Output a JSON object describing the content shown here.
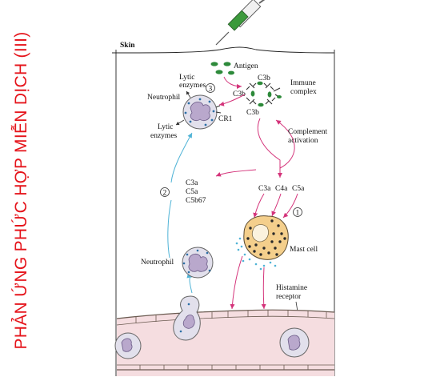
{
  "title": "PHẢN ỨNG PHỨC HỢP MIỄN DỊCH (III)",
  "labels": {
    "skin": "Skin",
    "antigen": "Antigen",
    "c3b_top": "C3b",
    "c3b_left": "C3b",
    "c3b_bottom": "C3b",
    "immune_complex_1": "Immune",
    "immune_complex_2": "complex",
    "lytic_top_1": "Lytic",
    "lytic_top_2": "enzymes",
    "step3": "3",
    "neutrophil_top": "Neutrophil",
    "cr1": "CR1",
    "lytic_bottom_1": "Lytic",
    "lytic_bottom_2": "enzymes",
    "complement_1": "Complement",
    "complement_2": "activation",
    "c3a_left": "C3a",
    "c5a_left": "C5a",
    "c5b67": "C5b67",
    "step2": "2",
    "c3a": "C3a",
    "c4a": "C4a",
    "c5a": "C5a",
    "step1": "1",
    "mast_cell": "Mast cell",
    "neutrophil_bottom": "Neutrophil",
    "histamine_1": "Histamine",
    "histamine_2": "receptor"
  },
  "colors": {
    "title": "#e5141b",
    "magenta_arrow": "#d4337a",
    "cyan_arrow": "#4fb3d6",
    "vessel": "#f5dde0",
    "cell_body": "#e2e0ec",
    "nucleus": "#b9a8cc",
    "granule": "#2c6fa6",
    "antigen": "#2d8a3a",
    "mast_granule": "#2a2a2a",
    "mast_body": "#f4cf8c"
  }
}
